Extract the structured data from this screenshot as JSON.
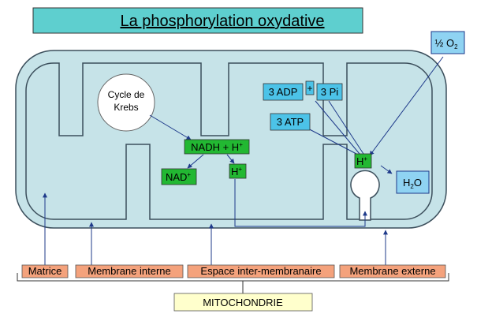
{
  "title": "La phosphorylation oxydative",
  "krebs": {
    "line1": "Cycle de",
    "line2": "Krebs"
  },
  "molecules": {
    "nadh": {
      "base": "NADH + H",
      "sup": "+"
    },
    "nad": {
      "base": "NAD",
      "sup": "+"
    },
    "h_left": {
      "base": "H",
      "sup": "+"
    },
    "h_right": {
      "base": "H",
      "sup": "+"
    },
    "adp": "3 ADP",
    "plus": "+",
    "pi": "3 Pi",
    "atp": "3 ATP",
    "water": {
      "pre": "H",
      "sub": "2",
      "post": "O"
    },
    "oxygen": {
      "pre": "½ O",
      "sub": "2"
    }
  },
  "bottom_labels": {
    "matrix": "Matrice",
    "inner_membrane": "Membrane interne",
    "intermembrane_space": "Espace inter-membranaire",
    "outer_membrane": "Membrane externe"
  },
  "organelle_label": "MITOCHONDRIE",
  "colors": {
    "title_bg": "#5ecfcf",
    "mito_fill": "#c6e3e8",
    "membrane_stroke": "#3c4f5c",
    "arrow": "#1e3a8a",
    "green_box": "#22b832",
    "blue_box": "#4cc3e8",
    "water_box": "#8fd3f2",
    "label_orange": "#f4a27c",
    "mito_label_bg": "#ffffcc"
  }
}
